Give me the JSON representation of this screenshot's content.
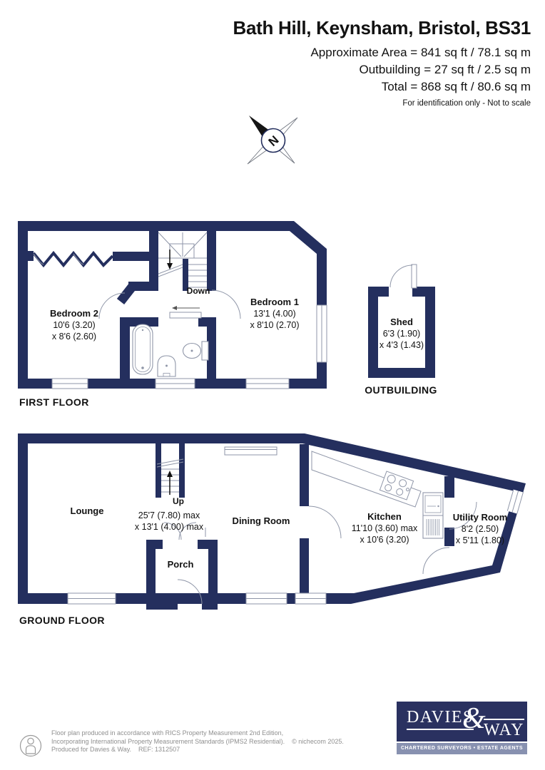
{
  "header": {
    "title": "Bath Hill, Keynsham, Bristol, BS31",
    "area_line": "Approximate Area = 841 sq ft / 78.1 sq m",
    "outbuilding_line": "Outbuilding = 27 sq ft / 2.5 sq m",
    "total_line": "Total = 868 sq ft / 80.6 sq m",
    "note": "For identification only - Not to scale"
  },
  "compass": {
    "label": "N"
  },
  "first_floor": {
    "title": "FIRST FLOOR",
    "stair_label": "Down",
    "bedroom2": {
      "name": "Bedroom 2",
      "dim1": "10'6 (3.20)",
      "dim2": "x 8'6 (2.60)"
    },
    "bedroom1": {
      "name": "Bedroom 1",
      "dim1": "13'1 (4.00)",
      "dim2": "x 8'10 (2.70)"
    }
  },
  "outbuilding": {
    "title": "OUTBUILDING",
    "shed": {
      "name": "Shed",
      "dim1": "6'3 (1.90)",
      "dim2": "x 4'3 (1.43)"
    }
  },
  "ground_floor": {
    "title": "GROUND FLOOR",
    "stair_label": "Up",
    "lounge": {
      "name": "Lounge"
    },
    "overall_dims": {
      "dim1": "25'7 (7.80) max",
      "dim2": "x 13'1 (4.00) max"
    },
    "dining": {
      "name": "Dining Room"
    },
    "kitchen": {
      "name": "Kitchen",
      "dim1": "11'10 (3.60) max",
      "dim2": "x 10'6 (3.20)"
    },
    "utility": {
      "name": "Utility Room",
      "dim1": "8'2 (2.50)",
      "dim2": "x 5'11 (1.80)"
    },
    "porch": {
      "name": "Porch"
    }
  },
  "footer": {
    "line1": "Floor plan produced in accordance with RICS Property Measurement 2nd Edition,",
    "line2": "Incorporating International Property Measurement Standards (IPMS2 Residential).",
    "copyright": "© nichecom 2025.",
    "produced": "Produced for Davies & Way.",
    "ref": "REF: 1312507",
    "logo": {
      "name1": "DAVIES",
      "ampersand": "&",
      "name2": "WAY",
      "tagline": "CHARTERED SURVEYORS • ESTATE AGENTS"
    }
  },
  "colors": {
    "wall_navy": "#242f5e",
    "fixture_grey": "#8f96a8",
    "logo_navy": "#2a3160",
    "logo_band": "#8891b0",
    "footer_grey": "#8f8f8f"
  }
}
